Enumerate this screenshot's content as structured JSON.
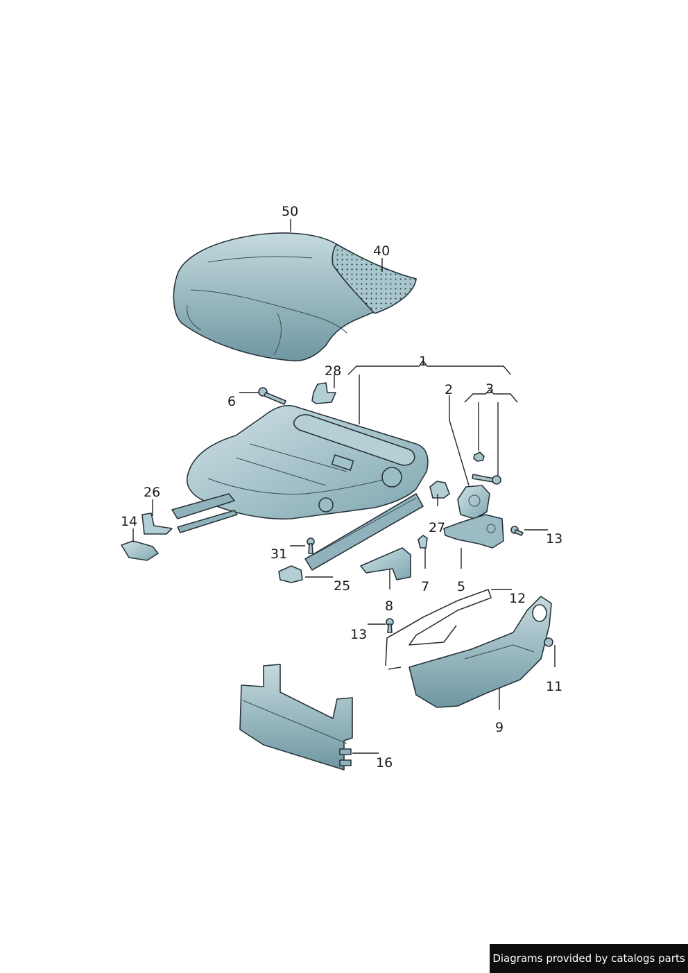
{
  "callouts": [
    {
      "id": "50",
      "text": "50"
    },
    {
      "id": "40",
      "text": "40"
    },
    {
      "id": "28",
      "text": "28"
    },
    {
      "id": "1",
      "text": "1"
    },
    {
      "id": "6",
      "text": "6"
    },
    {
      "id": "2",
      "text": "2"
    },
    {
      "id": "3",
      "text": "3"
    },
    {
      "id": "26",
      "text": "26"
    },
    {
      "id": "14",
      "text": "14"
    },
    {
      "id": "27",
      "text": "27"
    },
    {
      "id": "13a",
      "text": "13"
    },
    {
      "id": "31",
      "text": "31"
    },
    {
      "id": "7",
      "text": "7"
    },
    {
      "id": "5",
      "text": "5"
    },
    {
      "id": "25",
      "text": "25"
    },
    {
      "id": "8",
      "text": "8"
    },
    {
      "id": "12",
      "text": "12"
    },
    {
      "id": "13b",
      "text": "13"
    },
    {
      "id": "11",
      "text": "11"
    },
    {
      "id": "9",
      "text": "9"
    },
    {
      "id": "16",
      "text": "16"
    }
  ],
  "credit": "Diagrams provided by catalogs parts",
  "colors": {
    "part_fill": "#8fb4bf",
    "part_light": "#b9d2d8",
    "part_dark": "#5e8793",
    "outline": "#27323a",
    "credit_bg": "#0d0d0d"
  }
}
